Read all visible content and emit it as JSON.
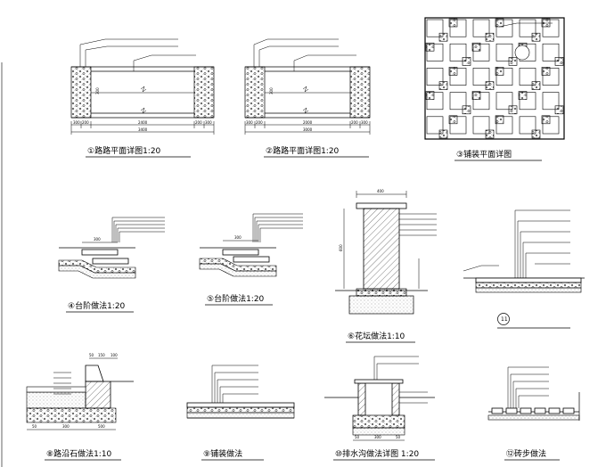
{
  "titles": {
    "p1": "①路路平面详图1:20",
    "p2": "②路路平面详图1:20",
    "p3": "③铺装平面详图",
    "p4": "④台阶做法1:20",
    "p5": "⑤台阶做法1:20",
    "p6": "⑥花坛做法1:10",
    "p7": "",
    "p8": "⑧路沿石做法1:10",
    "p9": "⑨铺装做法",
    "p10": "⑩排水沟做法详图 1:20",
    "p11": "⑫砖步做法"
  },
  "circle_label": "11",
  "dims": {
    "p1": [
      "300",
      "200",
      "2400",
      "200",
      "300"
    ],
    "p2": [
      "300",
      "200",
      "2000",
      "200",
      "300"
    ],
    "p1_side": "300",
    "p2_side": "300",
    "p1_total": "3400",
    "p2_total": "3000",
    "p6_top": "400",
    "p6_side": "600",
    "p8_small": [
      "50",
      "150",
      "100"
    ],
    "p8_bottom": [
      "50",
      "300",
      "500"
    ],
    "p10_bottom": [
      "50",
      "300",
      "50"
    ],
    "p4_step": "300",
    "p5_step": "300"
  },
  "annotations": {
    "p1": [
      "",
      "",
      ""
    ],
    "p2": [
      "",
      "",
      ""
    ],
    "p3": [
      ""
    ],
    "p4": [
      "",
      "",
      "",
      "",
      ""
    ],
    "p5": [
      "",
      "",
      "",
      "",
      ""
    ],
    "p6": [
      "",
      "",
      "",
      "",
      ""
    ],
    "p7": [
      "",
      "",
      "",
      "",
      "",
      "",
      ""
    ],
    "p8": [
      "",
      "",
      "",
      "",
      ""
    ],
    "p9": [
      "",
      "",
      "",
      "",
      ""
    ],
    "p10": [
      "",
      "",
      "",
      ""
    ],
    "p11": [
      "",
      "",
      "",
      "",
      ""
    ]
  }
}
